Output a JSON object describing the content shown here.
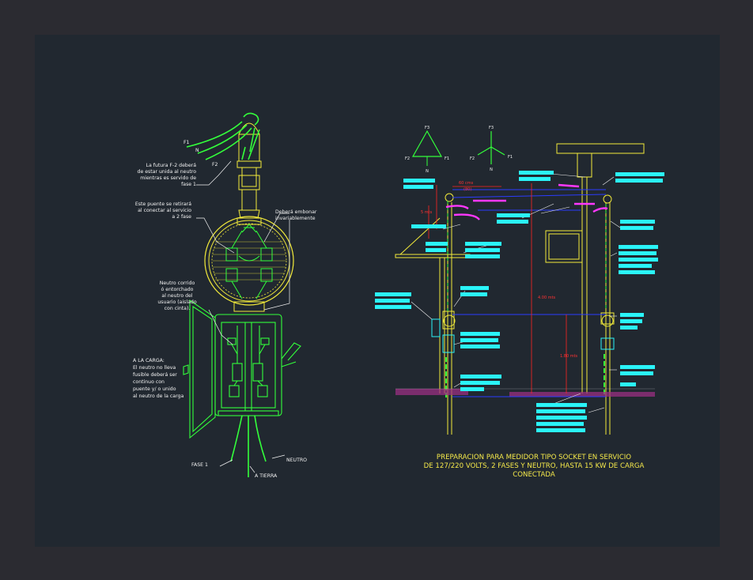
{
  "colors": {
    "frame": "#2b2b31",
    "canvas": "#212830",
    "green": "#33ff3b",
    "yellow": "#f2ea3a",
    "cyan": "#2af4f8",
    "blue": "#2c3cff",
    "red": "#ff2222",
    "magenta": "#ff38ff",
    "white": "#f2f2f2",
    "ground": "#9a2f82"
  },
  "left_notes": {
    "note1": [
      "La futura F-2 deberá",
      "de estar unida al neutro",
      "mientras es servido de",
      "fase 1"
    ],
    "note2": [
      "Este puente se retirará",
      "al conectar al servicio",
      "a 2 fase"
    ],
    "note3": [
      "Deberá embonar",
      "invariablemente"
    ],
    "note4": [
      "Neutro corrido",
      "ó entorchado",
      "al neutro del",
      "usuario (aislado",
      "con cinta)."
    ],
    "note5": [
      "A LA CARGA:",
      "El neutro no lleva",
      "fusible deberá ser",
      "continuo con",
      "puente y/ o unido",
      "al neutro de la carga"
    ],
    "fase1": "FASE 1",
    "neutro": "NEUTRO",
    "tierra": "A TIERRA",
    "f1": "F1",
    "n": "N",
    "f2": "F2"
  },
  "phasor_delta": {
    "top": "F3",
    "left": "F2",
    "right": "F1",
    "bottom": "N"
  },
  "phasor_star": {
    "top": "F3",
    "left": "F2",
    "right": "F1",
    "bottom": "N"
  },
  "dimensions": {
    "d1": "4.00 mts",
    "d2": "1.80 mts",
    "d3": "5 mts",
    "d4": "60 cms",
    "d5": "(80)"
  },
  "caption": [
    "PREPARACION PARA MEDIDOR TIPO SOCKET EN SERVICIO",
    "DE 127/220 VOLTS, 2 FASES Y NEUTRO, HASTA 15 KW DE CARGA",
    "CONECTADA"
  ]
}
